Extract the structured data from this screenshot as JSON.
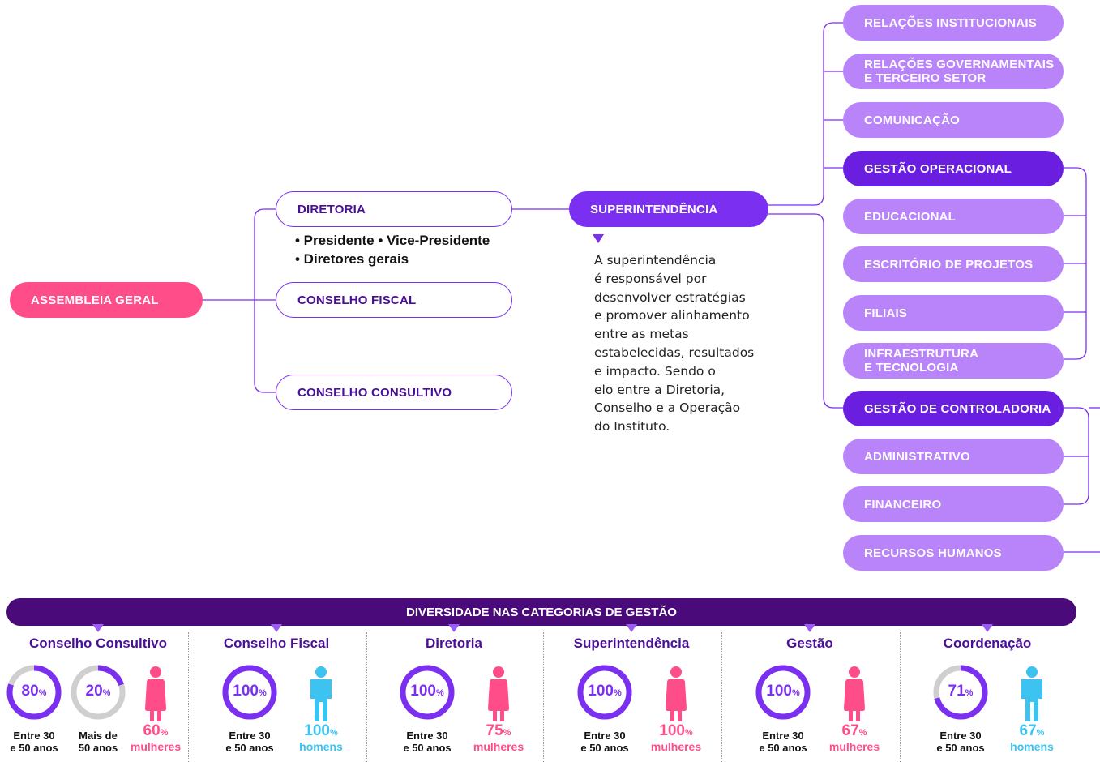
{
  "org": {
    "assembleia": "ASSEMBLEIA GERAL",
    "diretoria": "DIRETORIA",
    "diretoria_bullets": [
      "• Presidente • Vice-Presidente",
      "• Diretores gerais"
    ],
    "conselho_fiscal": "CONSELHO FISCAL",
    "conselho_consultivo": "CONSELHO CONSULTIVO",
    "superintendencia": "SUPERINTENDÊNCIA",
    "superintendencia_desc": [
      "A superintendência",
      "é responsável por",
      "desenvolver estratégias",
      "e promover alinhamento",
      "entre as metas",
      "estabelecidas, resultados",
      "e impacto. Sendo o",
      "elo entre a Diretoria,",
      "Conselho e a Operação",
      "do Instituto."
    ],
    "right_boxes": [
      [
        "RELAÇÕES INSTITUCIONAIS"
      ],
      [
        "RELAÇÕES GOVERNAMENTAIS",
        "E TERCEIRO SETOR"
      ],
      [
        "COMUNICAÇÃO"
      ],
      [
        "GESTÃO OPERACIONAL"
      ],
      [
        "EDUCACIONAL"
      ],
      [
        "ESCRITÓRIO DE PROJETOS"
      ],
      [
        "FILIAIS"
      ],
      [
        "INFRAESTRUTURA",
        "E TECNOLOGIA"
      ],
      [
        "GESTÃO DE CONTROLADORIA"
      ],
      [
        "ADMINISTRATIVO"
      ],
      [
        "FINANCEIRO"
      ],
      [
        "RECURSOS HUMANOS"
      ]
    ]
  },
  "diversity": {
    "title": "DIVERSIDADE NAS CATEGORIAS DE GESTÃO",
    "unit": "%",
    "columns": [
      {
        "title": "Conselho Consultivo",
        "rings": [
          {
            "value": 80,
            "label": [
              "Entre 30",
              "e 50 anos"
            ]
          },
          {
            "value": 20,
            "label": [
              "Mais de",
              "50 anos"
            ]
          }
        ],
        "gender": {
          "value": 60,
          "label": "mulheres",
          "kind": "female"
        }
      },
      {
        "title": "Conselho Fiscal",
        "rings": [
          {
            "value": 100,
            "label": [
              "Entre 30",
              "e 50 anos"
            ]
          }
        ],
        "gender": {
          "value": 100,
          "label": "homens",
          "kind": "male"
        }
      },
      {
        "title": "Diretoria",
        "rings": [
          {
            "value": 100,
            "label": [
              "Entre 30",
              "e 50 anos"
            ]
          }
        ],
        "gender": {
          "value": 75,
          "label": "mulheres",
          "kind": "female"
        }
      },
      {
        "title": "Superintendência",
        "rings": [
          {
            "value": 100,
            "label": [
              "Entre 30",
              "e 50 anos"
            ]
          }
        ],
        "gender": {
          "value": 100,
          "label": "mulheres",
          "kind": "female"
        }
      },
      {
        "title": "Gestão",
        "rings": [
          {
            "value": 100,
            "label": [
              "Entre 30",
              "e 50 anos"
            ]
          }
        ],
        "gender": {
          "value": 67,
          "label": "mulheres",
          "kind": "female"
        }
      },
      {
        "title": "Coordenação",
        "rings": [
          {
            "value": 71,
            "label": [
              "Entre 30",
              "e 50 anos"
            ]
          }
        ],
        "gender": {
          "value": 67,
          "label": "homens",
          "kind": "male"
        }
      }
    ]
  },
  "colors": {
    "purple": "#7b2ff0",
    "pink": "#ff4d8a",
    "blue": "#3cc3f0",
    "light_purple": "#b983f9",
    "dark_banner": "#4a0a7a"
  }
}
